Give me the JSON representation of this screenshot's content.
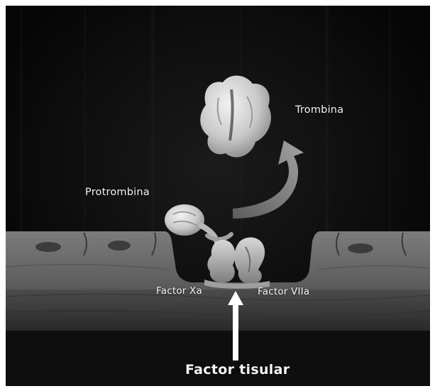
{
  "labels": {
    "trombina": "Trombina",
    "protrombina": "Protrombina",
    "factor_xa": "Factor Xa",
    "factor_viia": "Factor VIIa",
    "factor_tisular": "Factor tisular"
  }
}
